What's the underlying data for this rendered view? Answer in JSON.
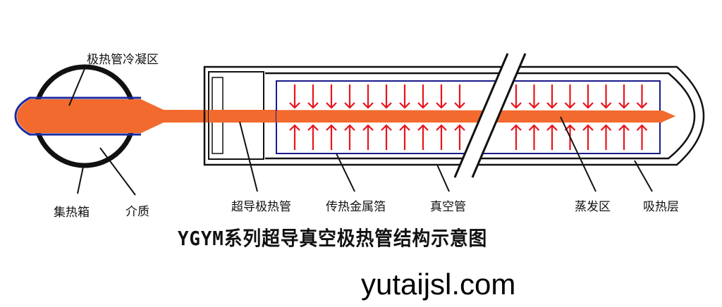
{
  "labels": {
    "condenser_zone": "极热管冷凝区",
    "header_box": "集热箱",
    "medium": "介质",
    "superconducting_heat_pipe": "超导极热管",
    "metal_fin": "传热金属箔",
    "vacuum_tube": "真空管",
    "evaporation_zone": "蒸发区",
    "absorber_layer": "吸热层"
  },
  "title": "YGYM系列超导真空极热管结构示意图",
  "watermark": "yutaijsl.com",
  "colors": {
    "pipe": "#f26a2e",
    "arrow": "#e8141c",
    "fin_outline": "#1a1a8c",
    "outline": "#111111"
  },
  "arrows": {
    "left_count": 10,
    "right_count": 8
  }
}
